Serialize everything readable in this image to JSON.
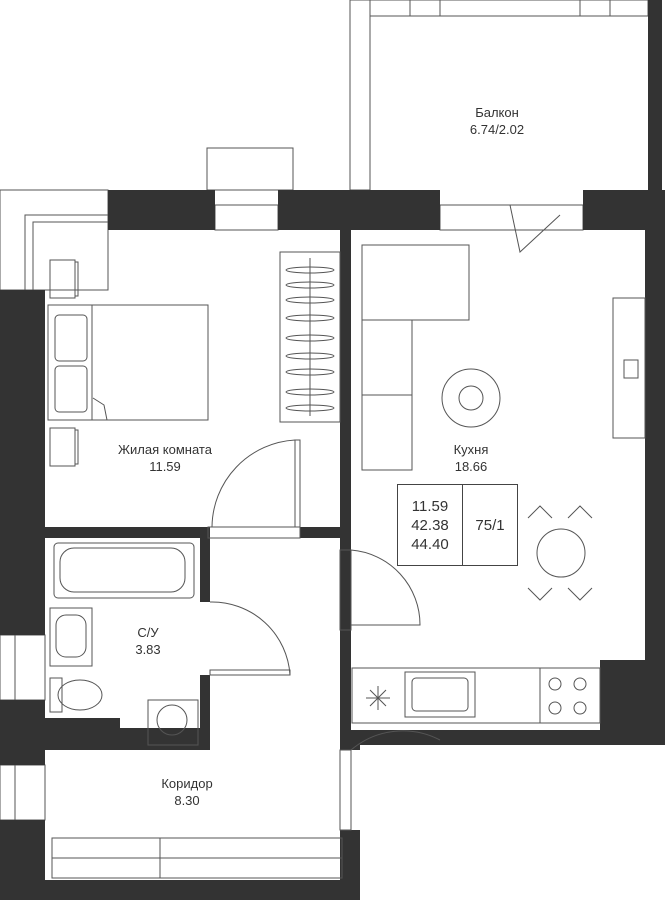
{
  "rooms": {
    "balcony": {
      "name": "Балкон",
      "area": "6.74/2.02"
    },
    "living_room": {
      "name": "Жилая комната",
      "area": "11.59"
    },
    "kitchen": {
      "name": "Кухня",
      "area": "18.66"
    },
    "bathroom": {
      "name": "С/У",
      "area": "3.83"
    },
    "corridor": {
      "name": "Коридор",
      "area": "8.30"
    }
  },
  "summary": {
    "living_area": "11.59",
    "total_area": "42.38",
    "total_with_balcony": "44.40",
    "apartment_number": "75/1"
  },
  "colors": {
    "wall": "#333333",
    "line": "#555555"
  }
}
